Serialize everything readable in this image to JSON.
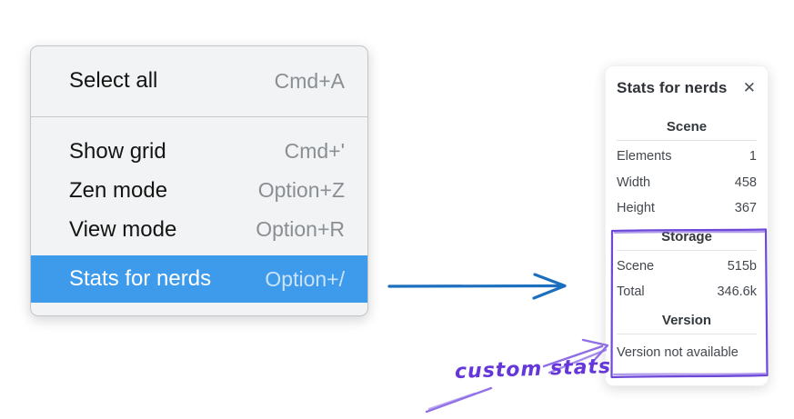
{
  "context_menu": {
    "items": [
      {
        "label": "Select all",
        "shortcut": "Cmd+A"
      },
      {
        "label": "Show grid",
        "shortcut": "Cmd+'"
      },
      {
        "label": "Zen mode",
        "shortcut": "Option+Z"
      },
      {
        "label": "View mode",
        "shortcut": "Option+R"
      },
      {
        "label": "Stats for nerds",
        "shortcut": "Option+/"
      }
    ],
    "selected_item": "Stats for nerds"
  },
  "stats_panel": {
    "title": "Stats for nerds",
    "close_icon": "✕",
    "sections": [
      {
        "heading": "Scene",
        "rows": [
          {
            "label": "Elements",
            "value": "1"
          },
          {
            "label": "Width",
            "value": "458"
          },
          {
            "label": "Height",
            "value": "367"
          }
        ]
      },
      {
        "heading": "Storage",
        "rows": [
          {
            "label": "Scene",
            "value": "515b"
          },
          {
            "label": "Total",
            "value": "346.6k"
          }
        ]
      },
      {
        "heading": "Version",
        "note": "Version not available"
      }
    ]
  },
  "annotations": {
    "custom_stats_label": "custom stats"
  },
  "colors": {
    "menu_highlight_blue": "#3e9aeb",
    "arrow_blue": "#1c6fbe",
    "annotation_purple": "#6637d8",
    "annotation_light_purple": "#8f6ee6",
    "menu_background": "#f2f3f4",
    "panel_background": "#ffffff"
  }
}
